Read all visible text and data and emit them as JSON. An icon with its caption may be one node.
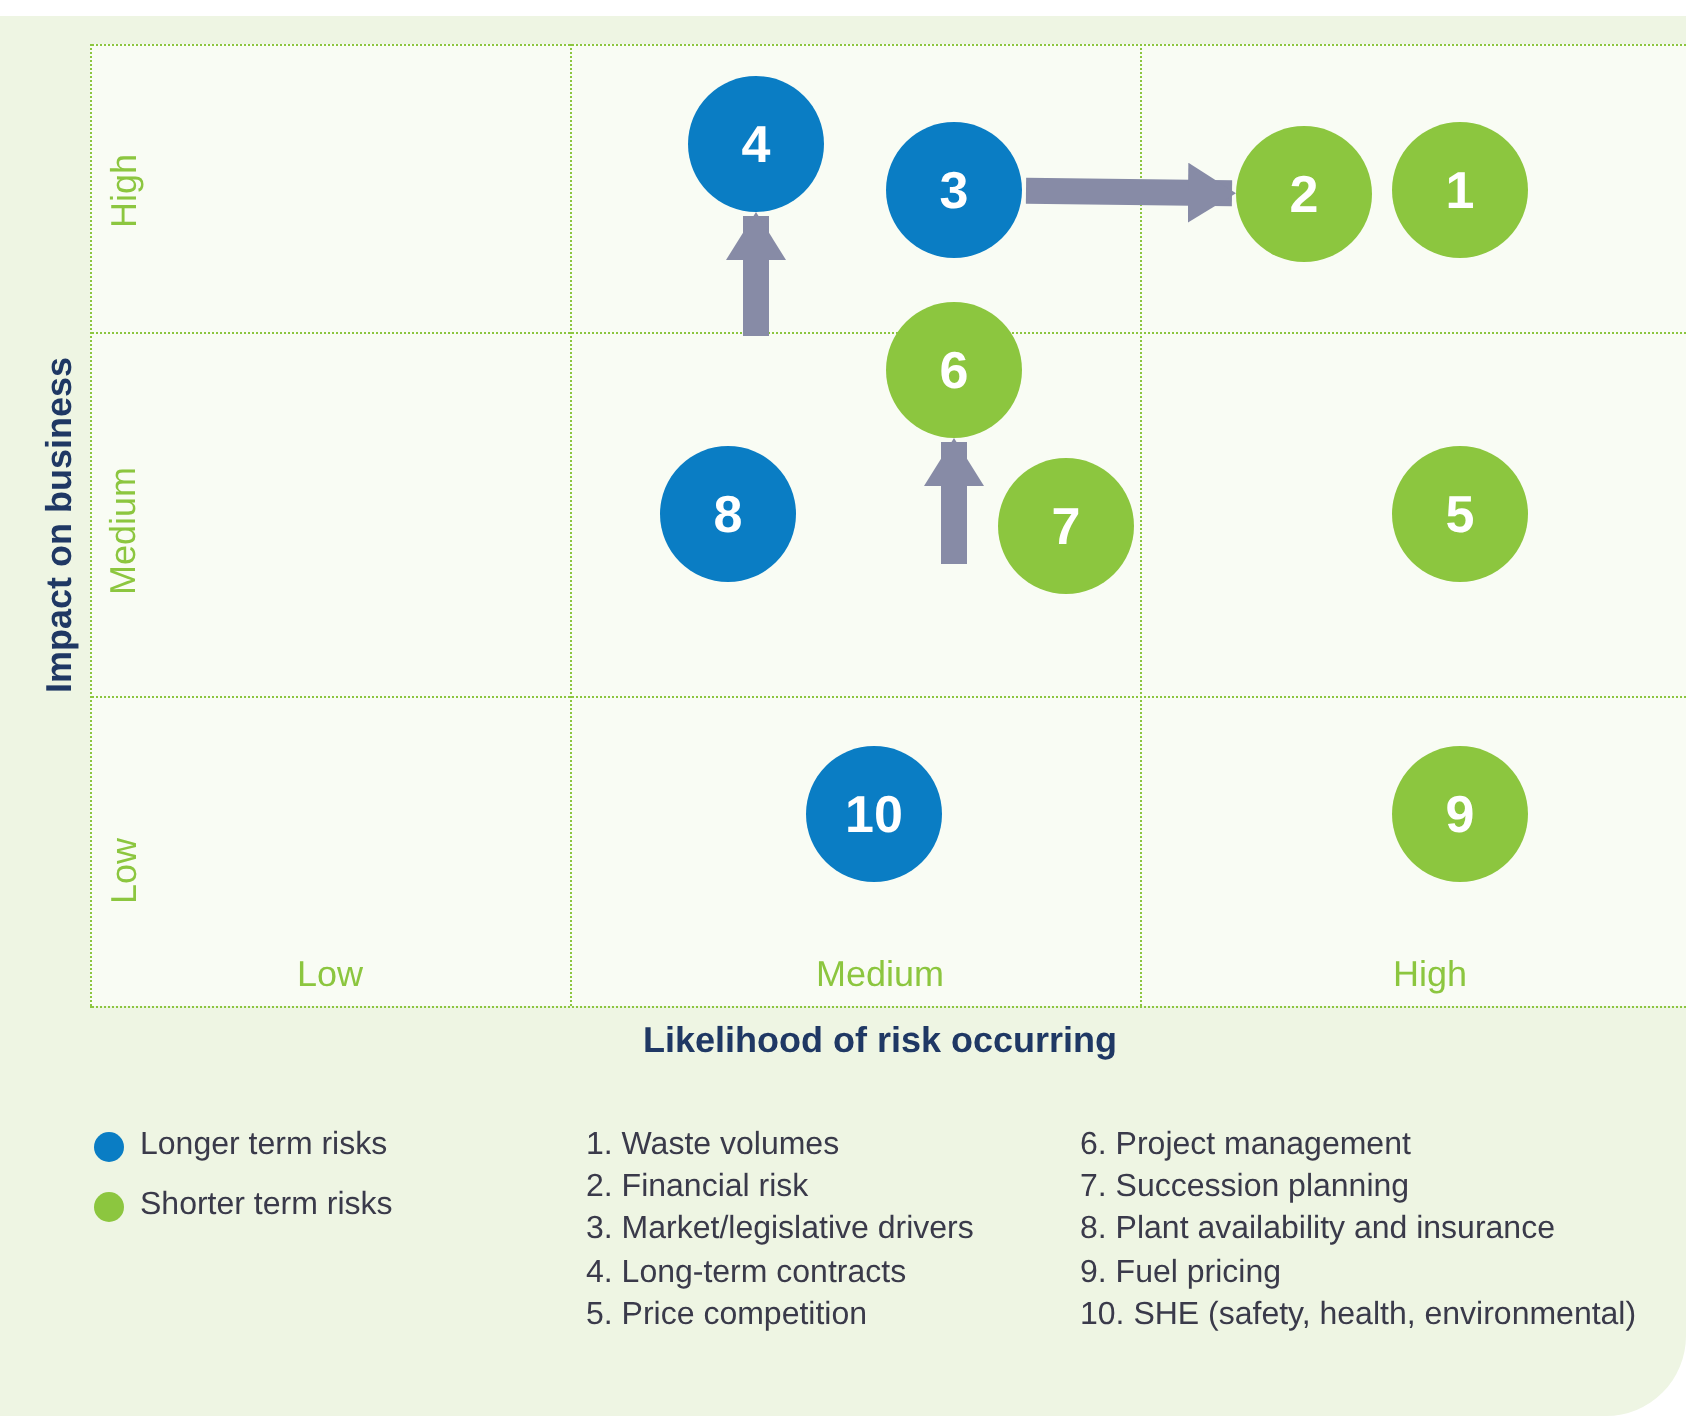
{
  "diagram": {
    "nodes": [
      {
        "text": [
          "4"
        ]
      },
      {
        "text": [
          "3"
        ]
      },
      {
        "text": [
          "2"
        ]
      },
      {
        "text": [
          "1"
        ]
      },
      {
        "text": [
          "6"
        ]
      },
      {
        "text": [
          "8"
        ]
      },
      {
        "text": [
          "7"
        ]
      },
      {
        "text": [
          "5"
        ]
      },
      {
        "text": [
          "10"
        ]
      },
      {
        "text": [
          "9"
        ]
      }
    ],
    "edges": [
      {
        "from": null,
        "to": 0,
        "arrow": "to"
      },
      {
        "from": 1,
        "to": 2,
        "arrow": "to"
      },
      {
        "from": null,
        "to": 4,
        "arrow": "to"
      }
    ],
    "labels": [
      "High",
      "Medium",
      "Impact on business",
      "Low",
      "Low",
      "Medium",
      "High",
      "Likelihood of risk occurring",
      "1. Waste volumes",
      "6. Project management",
      "2. Financial risk",
      "7. Succession planning",
      "3. Market/legislative drivers",
      "8. Plant availability and insurance",
      "4. Long-term contracts",
      "9. Fuel pricing",
      "5. Price competition",
      "10. SHE (safety, health, environmental)"
    ],
    "legend": [
      {
        "text": "Longer term risks",
        "color": "#0a7dc4"
      },
      {
        "text": "Shorter term risks",
        "color": "#8cc63f"
      }
    ]
  }
}
